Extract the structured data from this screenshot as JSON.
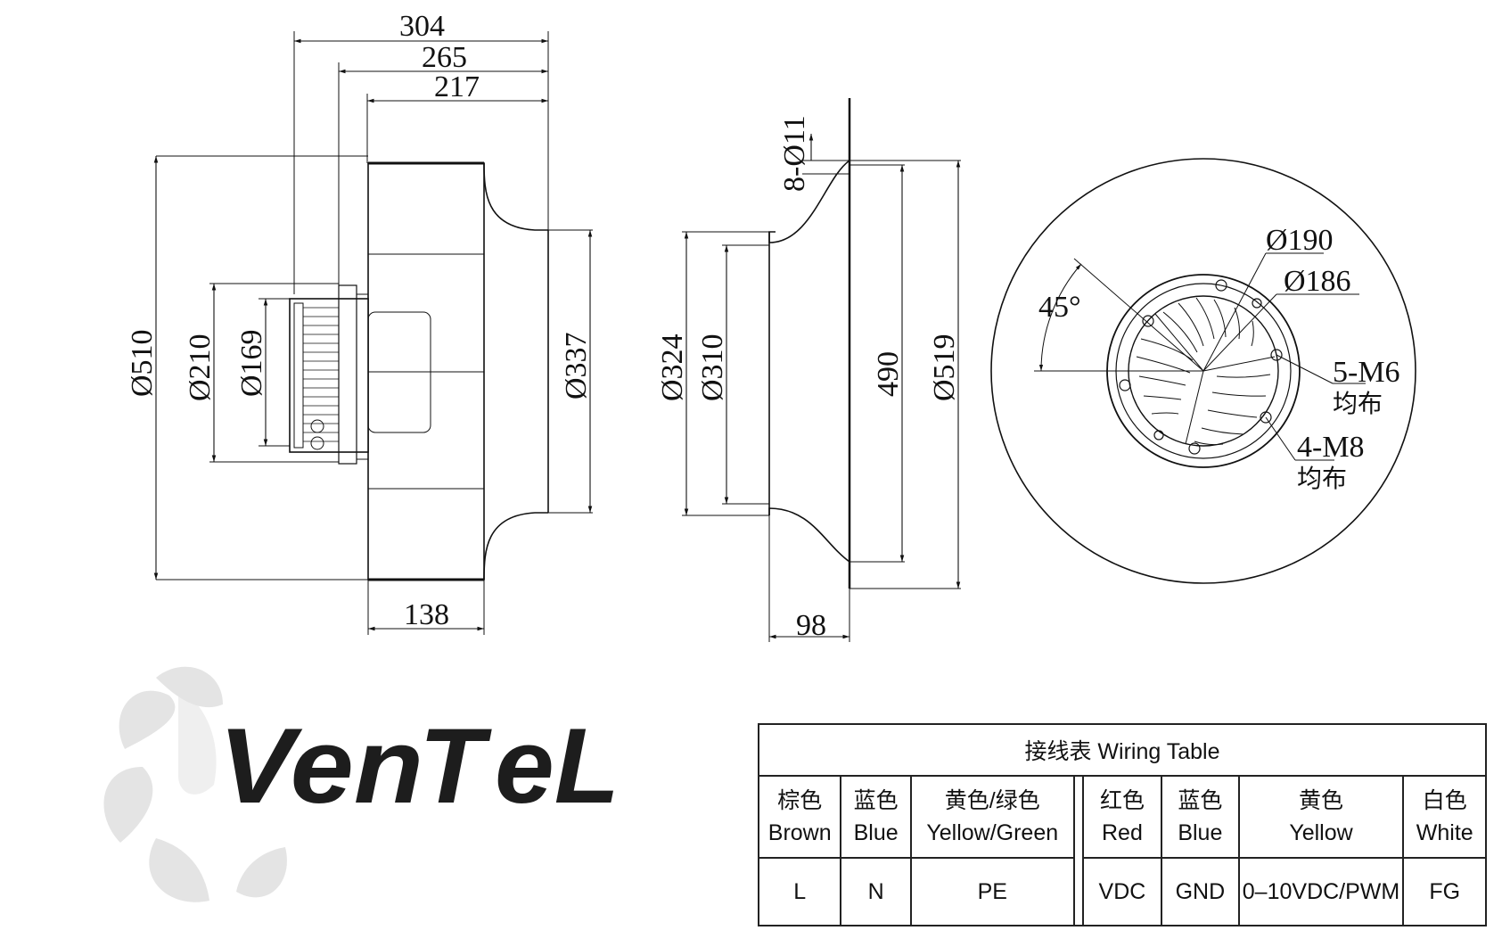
{
  "side_view": {
    "dims": {
      "d304": "304",
      "d265": "265",
      "d217": "217",
      "d138": "138",
      "dia510": "Ø510",
      "dia210": "Ø210",
      "dia169": "Ø169",
      "dia337": "Ø337"
    }
  },
  "inlet_view": {
    "dims": {
      "holes": "8-Ø11",
      "dia324": "Ø324",
      "dia310": "Ø310",
      "d490": "490",
      "dia519": "Ø519",
      "d98": "98"
    }
  },
  "front_view": {
    "dims": {
      "dia190": "Ø190",
      "dia186": "Ø186",
      "angle": "45°",
      "m6": "5-M6",
      "m6_note": "均布",
      "m8": "4-M8",
      "m8_note": "均布"
    }
  },
  "logo": {
    "text_gray": "Ven",
    "text_gray2": "T",
    "text_blue": "eL",
    "colors": {
      "gray": "#b8b8b8",
      "blue": "#a9cbe6",
      "blade": "#e2e2e2"
    }
  },
  "wiring_table": {
    "title": "接线表  Wiring Table",
    "headers": [
      {
        "zh": "棕色",
        "en": "Brown"
      },
      {
        "zh": "蓝色",
        "en": "Blue"
      },
      {
        "zh": "黄色/绿色",
        "en": "Yellow/Green"
      },
      {
        "zh": "红色",
        "en": "Red"
      },
      {
        "zh": "蓝色",
        "en": "Blue"
      },
      {
        "zh": "黄色",
        "en": "Yellow"
      },
      {
        "zh": "白色",
        "en": "White"
      }
    ],
    "values": [
      "L",
      "N",
      "PE",
      "VDC",
      "GND",
      "0–10VDC/PWM",
      "FG"
    ]
  }
}
